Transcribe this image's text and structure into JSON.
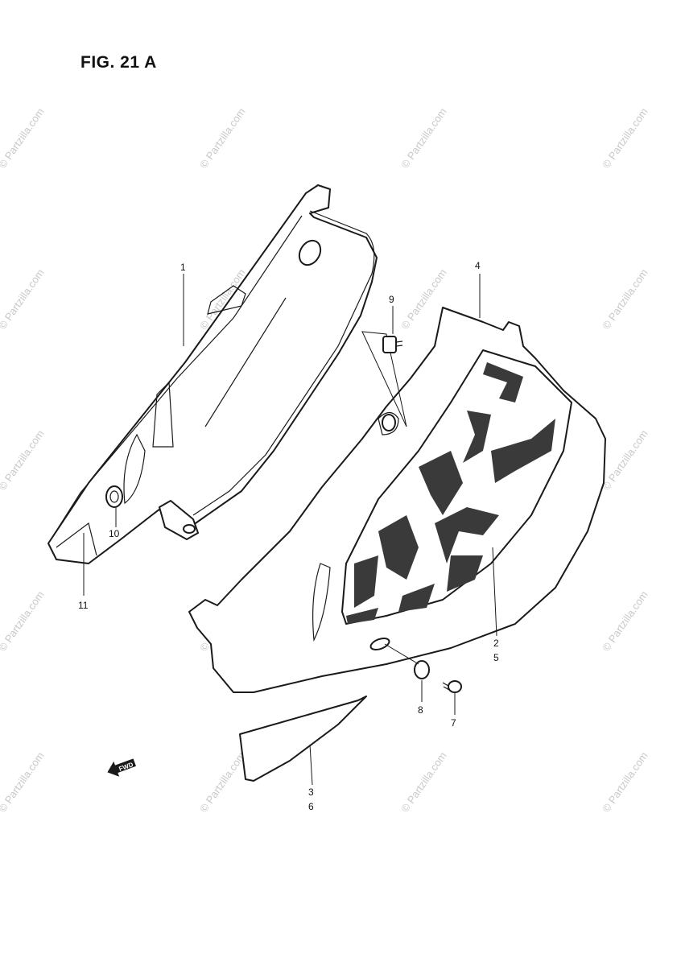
{
  "figure": {
    "title": "FIG. 21 A"
  },
  "watermark": {
    "text": "© Partzilla.com"
  },
  "callouts": [
    {
      "id": "c1",
      "text": "1"
    },
    {
      "id": "c4",
      "text": "4"
    },
    {
      "id": "c9",
      "text": "9"
    },
    {
      "id": "c10",
      "text": "10"
    },
    {
      "id": "c11",
      "text": "11"
    },
    {
      "id": "c2",
      "text": "2"
    },
    {
      "id": "c5",
      "text": "5"
    },
    {
      "id": "c8",
      "text": "8"
    },
    {
      "id": "c7",
      "text": "7"
    },
    {
      "id": "c3",
      "text": "3"
    },
    {
      "id": "c6",
      "text": "6"
    }
  ],
  "direction_arrow": {
    "text": "FWD",
    "icon": "forward-arrow-icon"
  }
}
